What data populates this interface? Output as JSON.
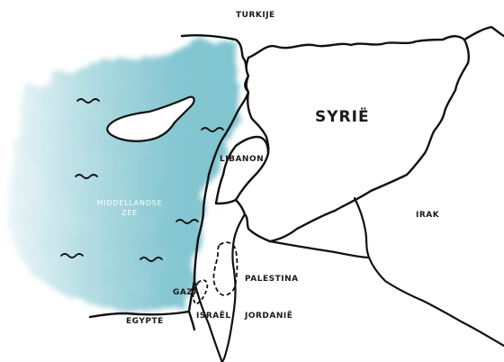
{
  "labels": {
    "turkey": "TURKIJE",
    "syria": "SYRIË",
    "lebanon": "LIBANON",
    "iraq": "IRAK",
    "sea_line1": "MIDDELLANDSE",
    "sea_line2": "ZEE",
    "palestine": "PALESTINA",
    "gaza": "GAZA",
    "israel": "ISRAËL",
    "jordan": "JORDANIË",
    "egypt": "EGYPTE"
  },
  "colors": {
    "sea": "#7fc4cf",
    "outline": "#111111",
    "land": "#ffffff"
  }
}
